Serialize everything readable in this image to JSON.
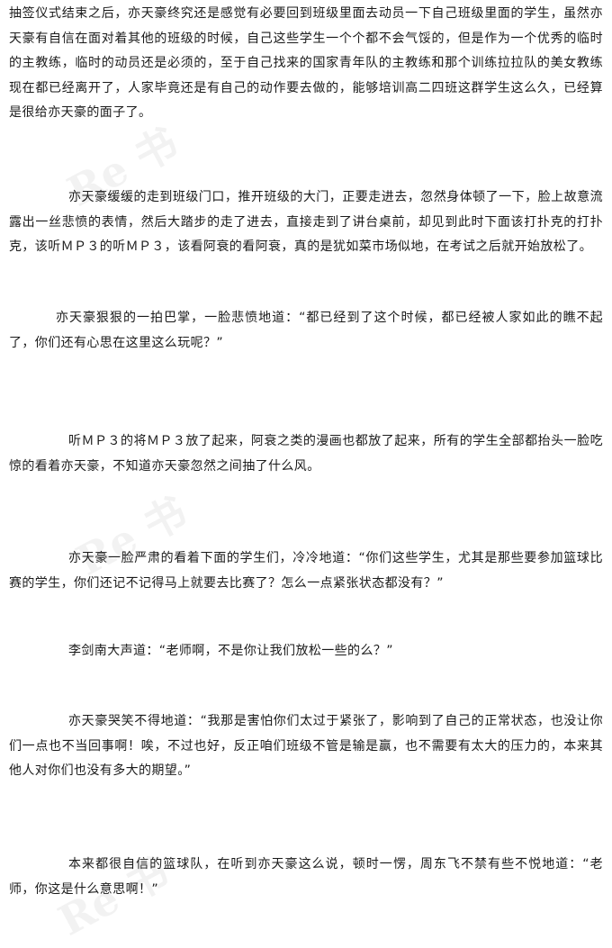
{
  "paragraphs": [
    "抽签仪式结束之后，亦天豪终究还是感觉有必要回到班级里面去动员一下自己班级里面的学生，虽然亦天豪有自信在面对着其他的班级的时候，自己这些学生一个个都不会气馁的，但是作为一个优秀的临时的主教练，临时的动员还是必须的，至于自己找来的国家青年队的主教练和那个训练拉拉队的美女教练现在都已经离开了，人家毕竟还是有自己的动作要去做的，能够培训高二四班这群学生这么久，已经算是很给亦天豪的面子了。",
    "亦天豪缓缓的走到班级门口，推开班级的大门，正要走进去，忽然身体顿了一下，脸上故意流露出一丝悲愤的表情，然后大踏步的走了进去，直接走到了讲台桌前，却见到此时下面该打扑克的打扑克，该听ＭＰ３的听ＭＰ３，该看阿衰的看阿衰，真的是犹如菜市场似地，在考试之后就开始放松了。",
    "亦天豪狠狠的一拍巴掌，一脸悲愤地道：“都已经到了这个时候，都已经被人家如此的瞧不起了，你们还有心思在这里这么玩呢？”",
    "听ＭＰ３的将ＭＰ３放了起来，阿衰之类的漫画也都放了起来，所有的学生全部都抬头一脸吃惊的看着亦天豪，不知道亦天豪忽然之间抽了什么风。",
    "亦天豪一脸严肃的看着下面的学生们，冷冷地道：“你们这些学生，尤其是那些要参加篮球比赛的学生，你们还记不记得马上就要去比赛了？怎么一点紧张状态都没有？”",
    "李剑南大声道：“老师啊，不是你让我们放松一些的么？”",
    "亦天豪哭笑不得地道：“我那是害怕你们太过于紧张了，影响到了自己的正常状态，也没让你们一点也不当回事啊！唉，不过也好，反正咱们班级不管是输是赢，也不需要有太大的压力的，本来其他人对你们也没有多大的期望。”",
    "本来都很自信的篮球队，在听到亦天豪这么说，顿时一愣，周东飞不禁有些不悦地道：“老师，你这是什么意思啊！”"
  ]
}
